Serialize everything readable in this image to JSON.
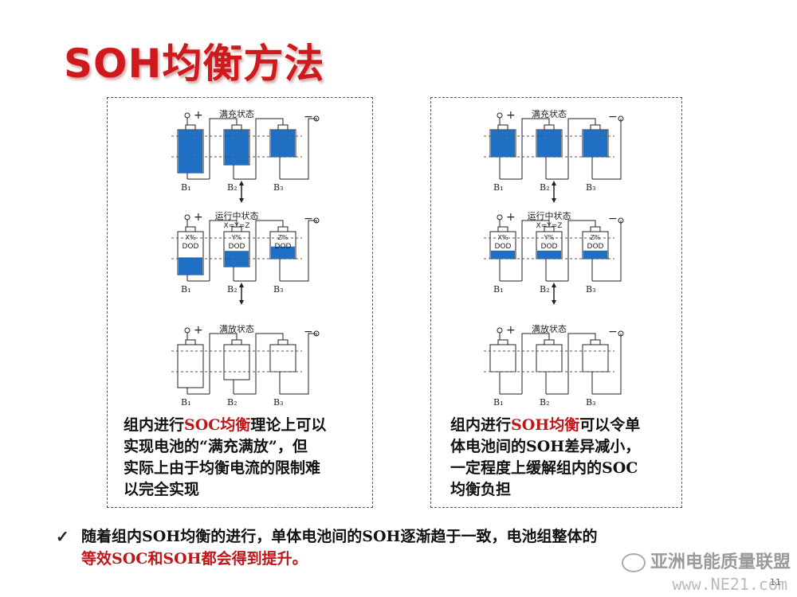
{
  "title": "SOH均衡方法",
  "left_panel": {
    "states": [
      "满充状态",
      "运行中状态",
      "满放状态"
    ],
    "xyz": "X=Y=Z",
    "cells": [
      "B₁",
      "B₂",
      "B₃"
    ],
    "dod_labels": [
      "X%",
      "Y%",
      "Z%"
    ],
    "dod": "DOD",
    "plus": "+",
    "minus": "−",
    "caption": {
      "l1_pre": "组内进行",
      "l1_hl": "SOC均衡",
      "l1_post": "理论上可以",
      "l2": "实现电池的“满充满放”，但",
      "l3": "实际上由于均衡电流的限制难",
      "l4": "以完全实现"
    }
  },
  "right_panel": {
    "states": [
      "满充状态",
      "运行中状态",
      "满放状态"
    ],
    "xyz": "X=Y=Z",
    "cells": [
      "B₁",
      "B₂",
      "B₃"
    ],
    "dod_labels": [
      "X%",
      "Y%",
      "Z%"
    ],
    "dod": "DOD",
    "plus": "+",
    "minus": "−",
    "caption": {
      "l1_pre": "组内进行",
      "l1_hl": "SOH均衡",
      "l1_post": "可以令单",
      "l2": "体电池间的SOH差异减小，",
      "l3": "一定程度上缓解组内的SOC",
      "l4": "均衡负担"
    }
  },
  "bottom": {
    "check": "✓",
    "line1": "随着组内SOH均衡的进行，单体电池间的SOH逐渐趋于一致，电池组整体的",
    "line2": "等效SOC和SOH都会得到提升。"
  },
  "watermark": "亚洲电能质量联盟",
  "watermark2": "www.NE21.com",
  "page_number": "11",
  "colors": {
    "title": "#d0191c",
    "highlight": "#c0161a",
    "cell_fill": "#1f6fc4"
  }
}
